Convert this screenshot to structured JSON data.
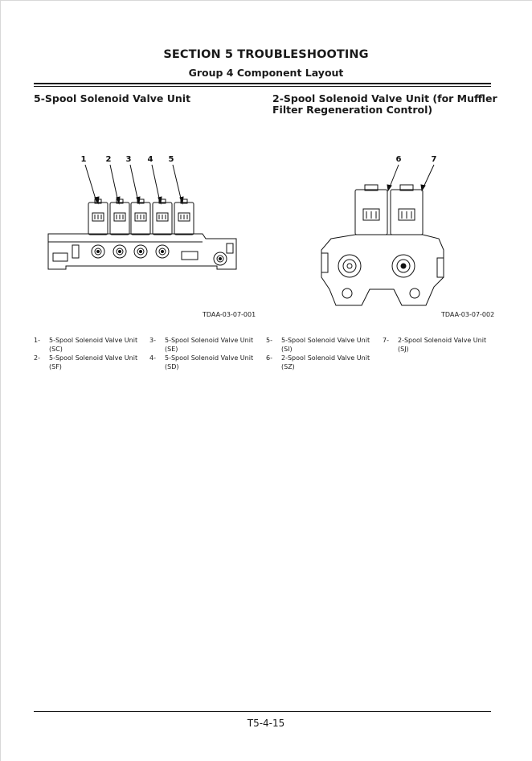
{
  "header": {
    "section_title": "SECTION 5 TROUBLESHOOTING",
    "group_title": "Group 4 Component Layout"
  },
  "left_figure": {
    "heading": "5-Spool Solenoid Valve Unit",
    "callouts": [
      "1",
      "2",
      "3",
      "4",
      "5"
    ],
    "figure_code": "TDAA-03-07-001"
  },
  "right_figure": {
    "heading": "2-Spool Solenoid Valve Unit (for Muffler Filter Regeneration Control)",
    "callouts": [
      "6",
      "7"
    ],
    "figure_code": "TDAA-03-07-002"
  },
  "legend": [
    {
      "num": "1-",
      "text": "5-Spool Solenoid Valve Unit (SC)"
    },
    {
      "num": "2-",
      "text": "5-Spool Solenoid Valve Unit (SF)"
    },
    {
      "num": "3-",
      "text": "5-Spool Solenoid Valve Unit (SE)"
    },
    {
      "num": "4-",
      "text": "5-Spool Solenoid Valve Unit (SD)"
    },
    {
      "num": "5-",
      "text": "5-Spool Solenoid Valve Unit (SI)"
    },
    {
      "num": "6-",
      "text": "2-Spool Solenoid Valve Unit (SZ)"
    },
    {
      "num": "7-",
      "text": "2-Spool Solenoid Valve Unit (SJ)"
    }
  ],
  "footer": {
    "page_number": "T5-4-15"
  }
}
